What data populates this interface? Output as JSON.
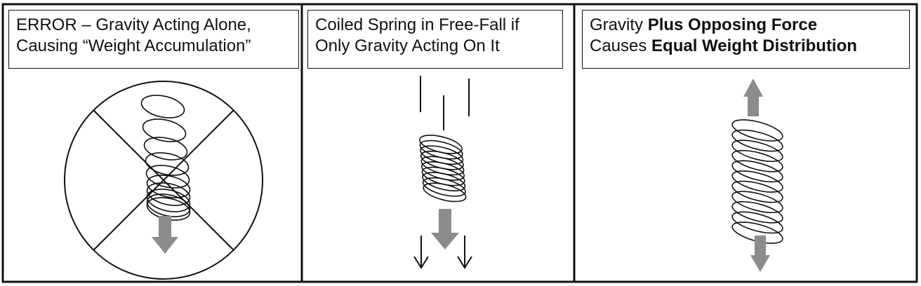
{
  "panels": [
    {
      "caption_line1": "ERROR – Gravity Acting Alone,",
      "caption_line2": "Causing “Weight Accumulation”"
    },
    {
      "caption_line1": "Coiled Spring in Free-Fall if",
      "caption_line2": "Only Gravity Acting On It"
    },
    {
      "caption_line1_plain": "Gravity ",
      "caption_line1_bold": "Plus Opposing Force",
      "caption_line2_plain": "Causes ",
      "caption_line2_bold": "Equal Weight Distribution"
    }
  ],
  "colors": {
    "line": "#111111",
    "arrow_fill": "#8c8c8c",
    "background": "#ffffff"
  }
}
